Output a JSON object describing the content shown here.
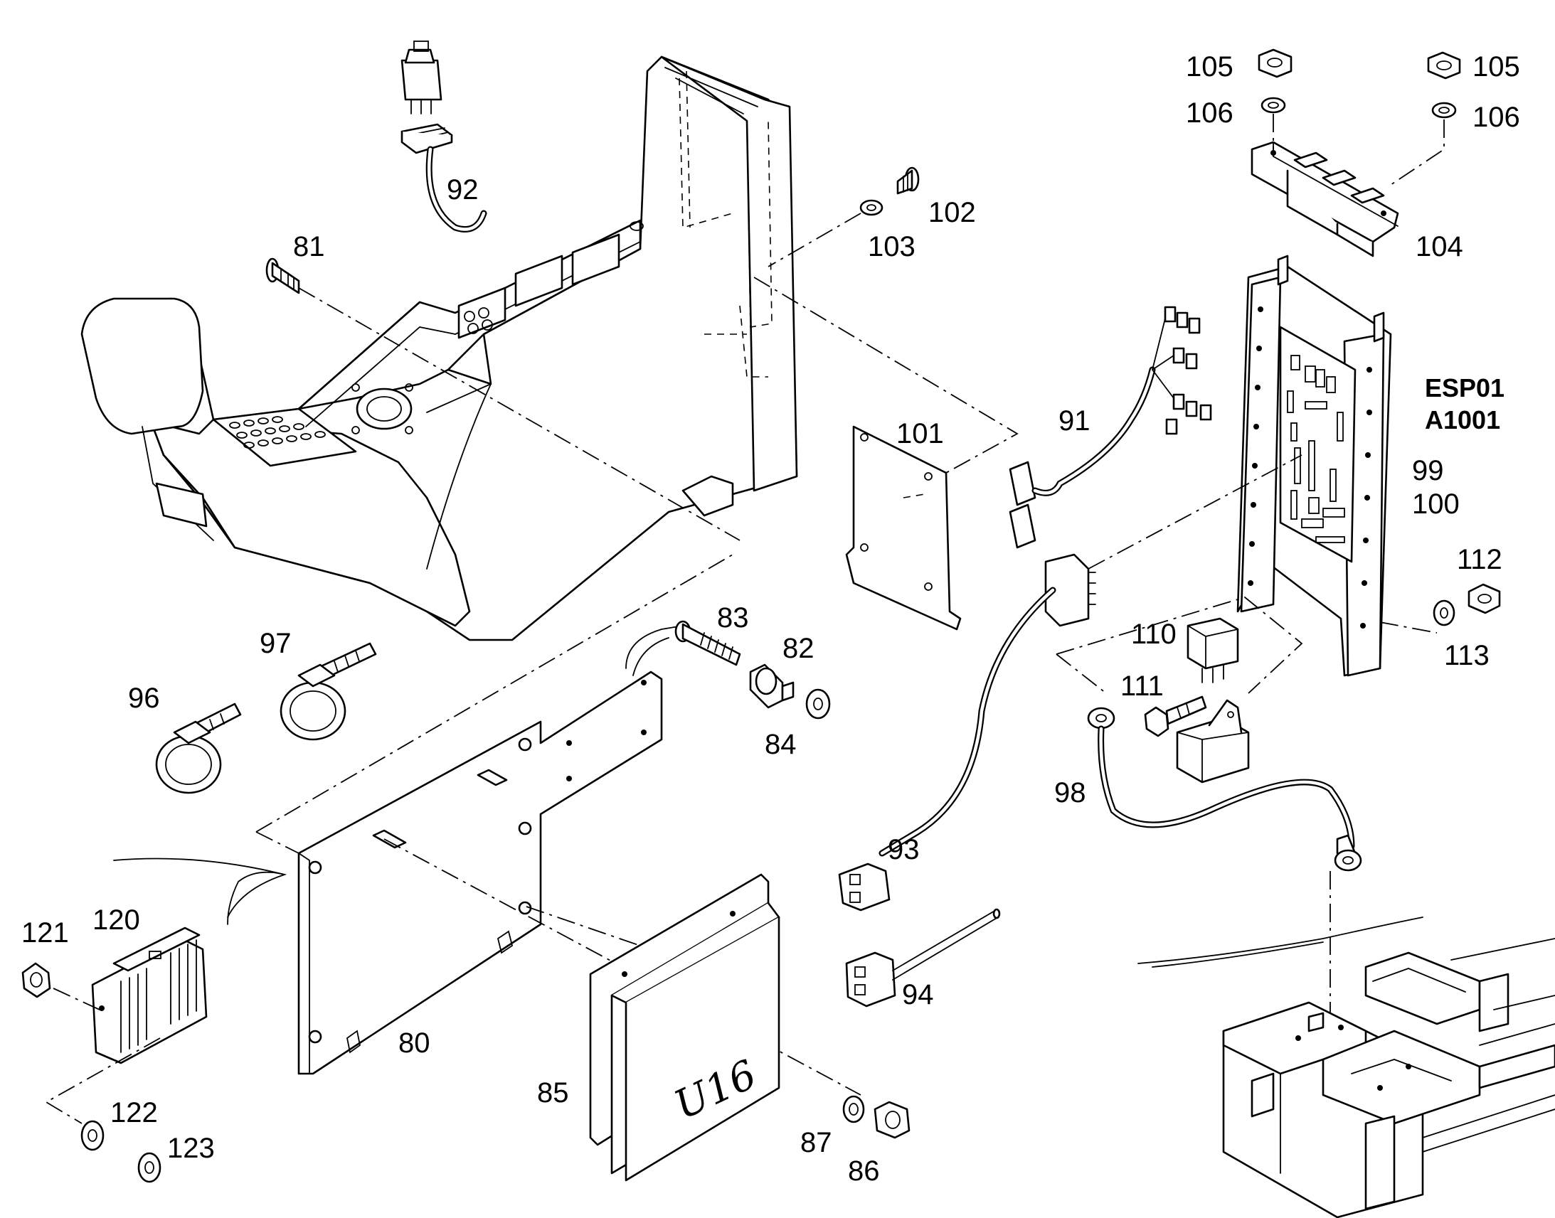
{
  "callouts": {
    "c80": "80",
    "c81": "81",
    "c82": "82",
    "c83": "83",
    "c84": "84",
    "c85": "85",
    "c86": "86",
    "c87": "87",
    "c91": "91",
    "c92": "92",
    "c93": "93",
    "c94": "94",
    "c96": "96",
    "c97": "97",
    "c98": "98",
    "c99": "99",
    "c100": "100",
    "c101": "101",
    "c102": "102",
    "c103": "103",
    "c104": "104",
    "c105a": "105",
    "c105b": "105",
    "c106a": "106",
    "c106b": "106",
    "c110": "110",
    "c111": "111",
    "c112": "112",
    "c113": "113",
    "c120": "120",
    "c121": "121",
    "c122": "122",
    "c123": "123"
  },
  "unit_designation": {
    "line1": "ESP01",
    "line2": "A1001"
  },
  "module_marking": "U16"
}
